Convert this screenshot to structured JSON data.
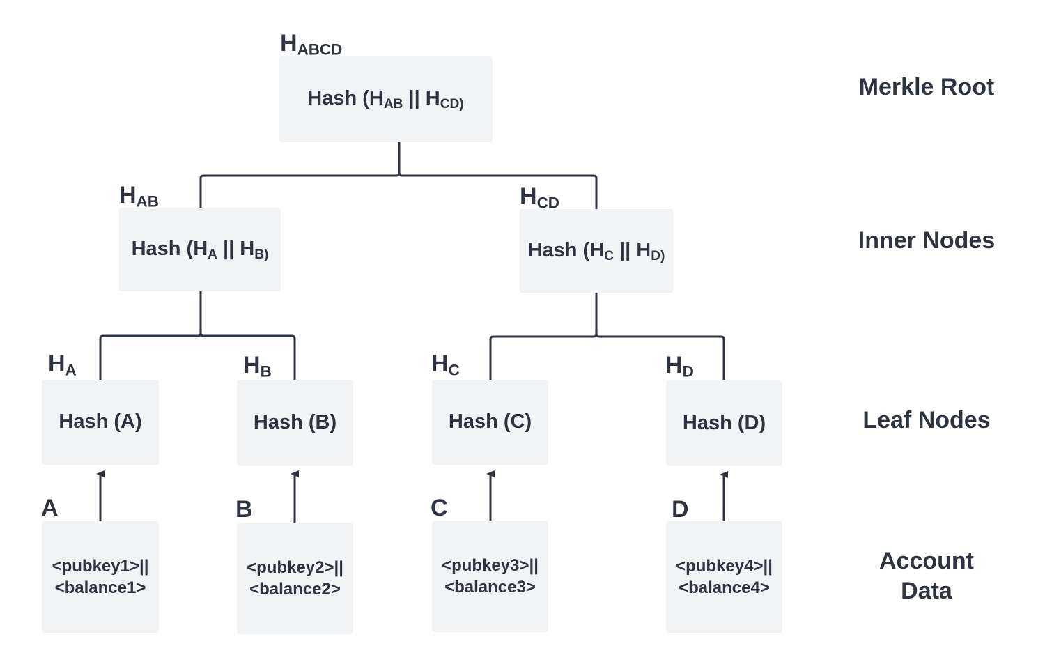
{
  "colors": {
    "box_fill": "#f2f3f5",
    "text": "#2e3340",
    "line": "#2e3340"
  },
  "root": {
    "label_main": "H",
    "label_sub": "ABCD",
    "content": {
      "prefix": "Hash (H",
      "sub1": "AB",
      "mid": " || H",
      "sub2": "CD)"
    }
  },
  "inner": [
    {
      "label_main": "H",
      "label_sub": "AB",
      "content": {
        "prefix": "Hash (H",
        "sub1": "A",
        "mid": " || H",
        "sub2": "B)"
      }
    },
    {
      "label_main": "H",
      "label_sub": "CD",
      "content": {
        "prefix": "Hash (H",
        "sub1": "C",
        "mid": " || H",
        "sub2": "D)"
      }
    }
  ],
  "leaves": [
    {
      "label_main": "H",
      "label_sub": "A",
      "content": "Hash (A)"
    },
    {
      "label_main": "H",
      "label_sub": "B",
      "content": "Hash (B)"
    },
    {
      "label_main": "H",
      "label_sub": "C",
      "content": "Hash (C)"
    },
    {
      "label_main": "H",
      "label_sub": "D",
      "content": "Hash (D)"
    }
  ],
  "accounts": [
    {
      "letter": "A",
      "line1": "<pubkey1>||",
      "line2": "<balance1>"
    },
    {
      "letter": "B",
      "line1": "<pubkey2>||",
      "line2": "<balance2>"
    },
    {
      "letter": "C",
      "line1": "<pubkey3>||",
      "line2": "<balance3>"
    },
    {
      "letter": "D",
      "line1": "<pubkey4>||",
      "line2": "<balance4>"
    }
  ],
  "levels": {
    "root": "Merkle Root",
    "inner": "Inner Nodes",
    "leaf": "Leaf Nodes",
    "account_line1": "Account",
    "account_line2": "Data"
  }
}
